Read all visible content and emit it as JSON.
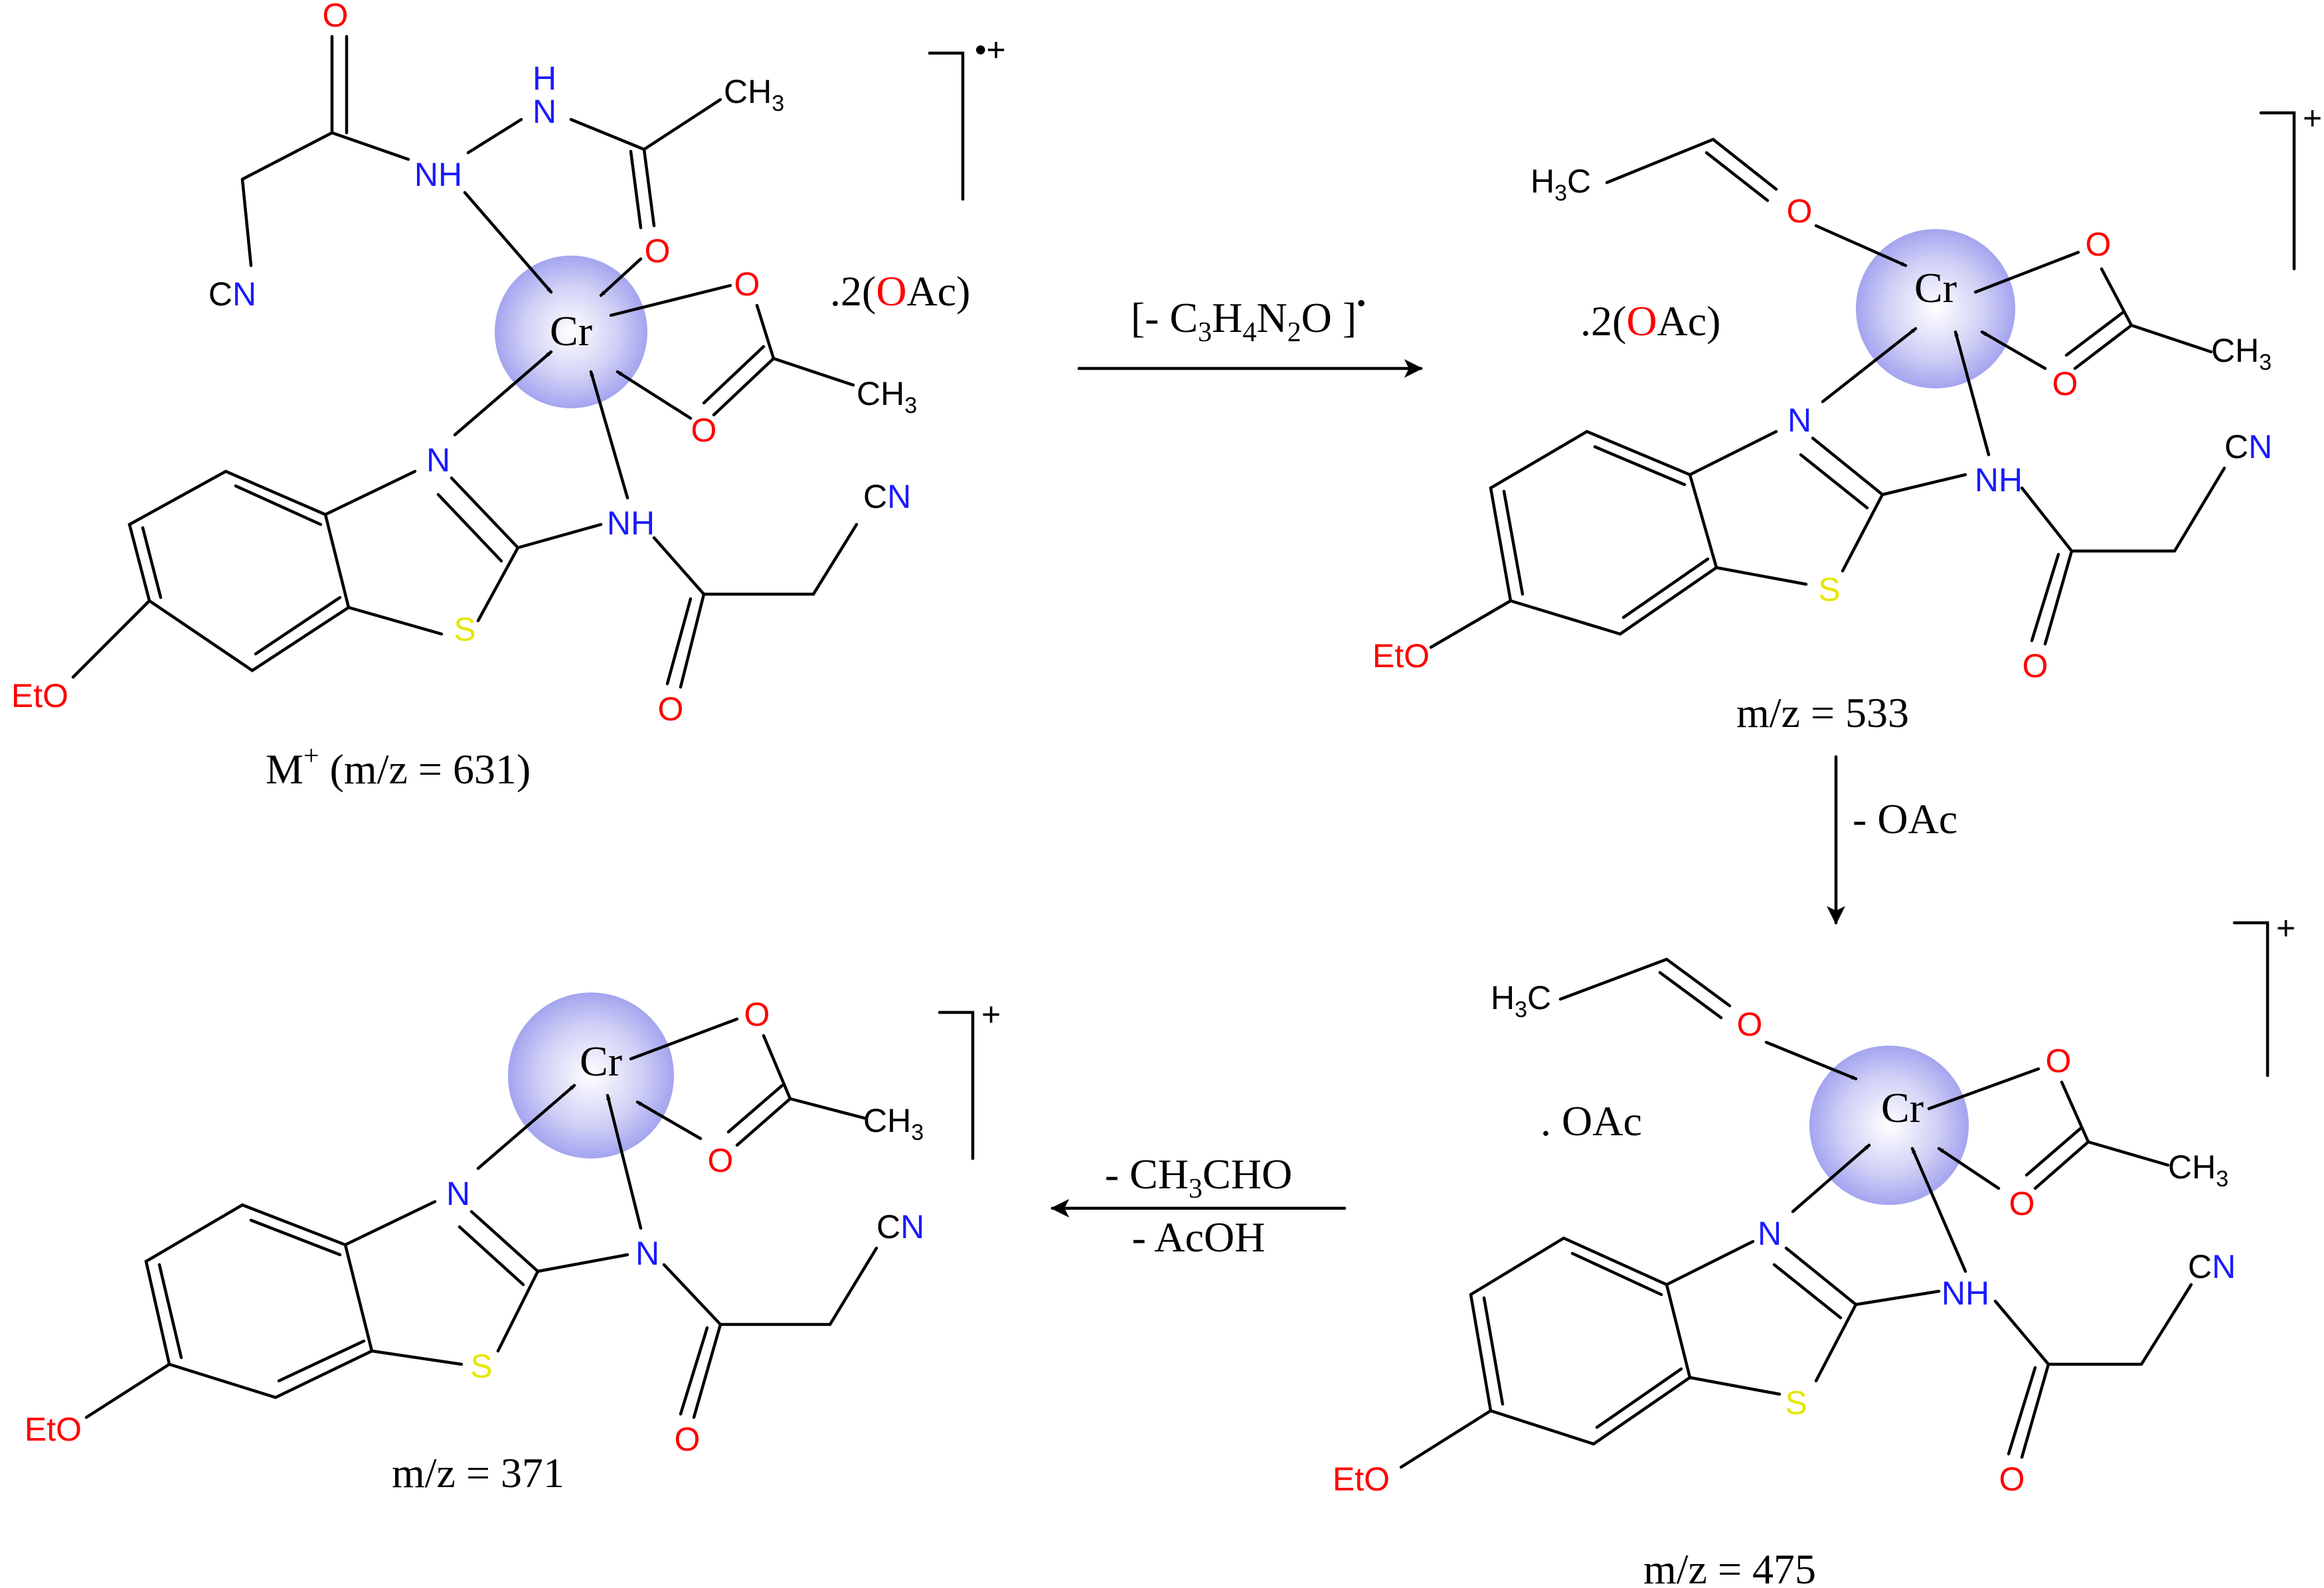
{
  "atoms": {
    "cr": "Cr",
    "n": "N",
    "nh": "NH",
    "h": "H",
    "o": "O",
    "s": "S",
    "cn_c": "C",
    "cn_n": "N",
    "ch3": "CH",
    "ch3_sub": "3",
    "h3c_h": "H",
    "h3c_sub": "3",
    "h3c_c": "C",
    "eto": "EtO"
  },
  "structures": {
    "m631": {
      "label": "M",
      "label_sup": "+",
      "label_rest": " (m/z = 631)",
      "charge": "•+",
      "acetate_counter_pre": ".2(",
      "acetate_counter_o": "O",
      "acetate_counter_post": "Ac)"
    },
    "m533": {
      "label": "m/z = 533",
      "charge": "+",
      "acetate_counter_pre": ".2(",
      "acetate_counter_o": "O",
      "acetate_counter_post": "Ac)"
    },
    "m475": {
      "label": "m/z = 475",
      "charge": "+",
      "acetate_counter": ". OAc"
    },
    "m371": {
      "label": "m/z = 371",
      "charge": "+"
    }
  },
  "steps": [
    {
      "from": "m631",
      "to": "m533",
      "loss_pre": "[- C",
      "loss_sub1": "3",
      "loss_mid1": "H",
      "loss_sub2": "4",
      "loss_mid2": "N",
      "loss_sub3": "2",
      "loss_post": "O ]",
      "loss_sup": "•"
    },
    {
      "from": "m533",
      "to": "m475",
      "loss": "- OAc"
    },
    {
      "from": "m475",
      "to": "m371",
      "loss1_pre": "- CH",
      "loss1_sub": "3",
      "loss1_post": "CHO",
      "loss2": "- AcOH"
    }
  ],
  "colors": {
    "nitrogen": "#1a1aff",
    "oxygen": "#ff0000",
    "sulfur": "#e6e600",
    "halo": "#9999ee"
  }
}
